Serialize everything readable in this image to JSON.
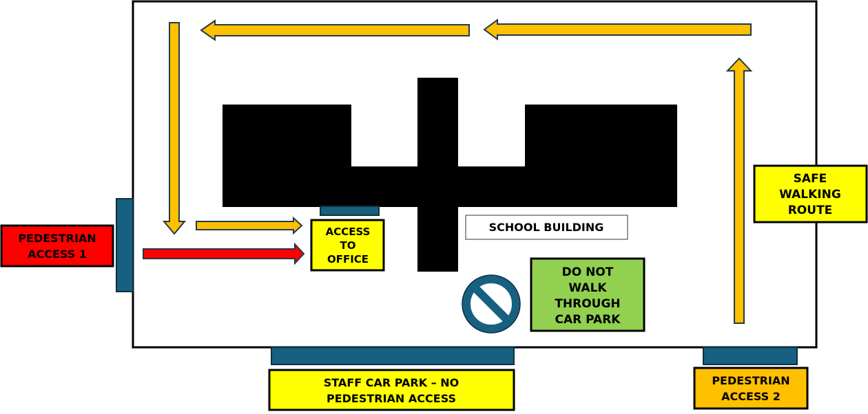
{
  "colors": {
    "route_arrow": "#ffc000",
    "access_arrow": "#ff0000",
    "gate": "#17607f",
    "building": "#000000",
    "label_yellow": "#ffff00",
    "label_green": "#92d050",
    "label_orange": "#ffc000",
    "label_red": "#ff0000"
  },
  "labels": {
    "pedestrian_access_1": [
      "PEDESTRIAN",
      "ACCESS 1"
    ],
    "access_to_office": [
      "ACCESS",
      "TO",
      "OFFICE"
    ],
    "school_building": "SCHOOL BUILDING",
    "do_not_walk": [
      "DO NOT",
      "WALK",
      "THROUGH",
      "CAR PARK"
    ],
    "safe_walking_route": [
      "SAFE",
      "WALKING",
      "ROUTE"
    ],
    "staff_car_park": [
      "STAFF CAR PARK – NO",
      "PEDESTRIAN ACCESS"
    ],
    "pedestrian_access_2": [
      "PEDESTRIAN",
      "ACCESS 2"
    ]
  },
  "icons": {
    "no_entry": "prohibited-icon"
  }
}
